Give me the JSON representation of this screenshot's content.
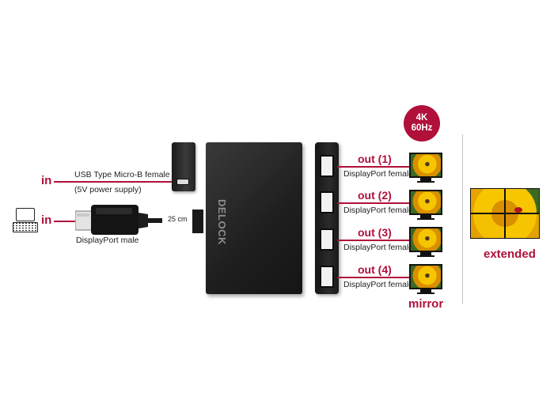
{
  "badge": {
    "line1": "4K",
    "line2": "60Hz"
  },
  "brand": "DELOCK",
  "inputs": [
    {
      "label": "in",
      "desc_line1": "USB Type Micro-B female",
      "desc_line2": "(5V power supply)"
    },
    {
      "label": "in",
      "desc": "DisplayPort male"
    }
  ],
  "cable_length": "25 cm",
  "outputs": [
    {
      "label": "out (1)",
      "desc": "DisplayPort female"
    },
    {
      "label": "out (2)",
      "desc": "DisplayPort female"
    },
    {
      "label": "out (3)",
      "desc": "DisplayPort female"
    },
    {
      "label": "out (4)",
      "desc": "DisplayPort female"
    }
  ],
  "modes": {
    "mirror": "mirror",
    "extended": "extended"
  },
  "colors": {
    "accent": "#b0103a",
    "device": "#1e1e1e"
  }
}
